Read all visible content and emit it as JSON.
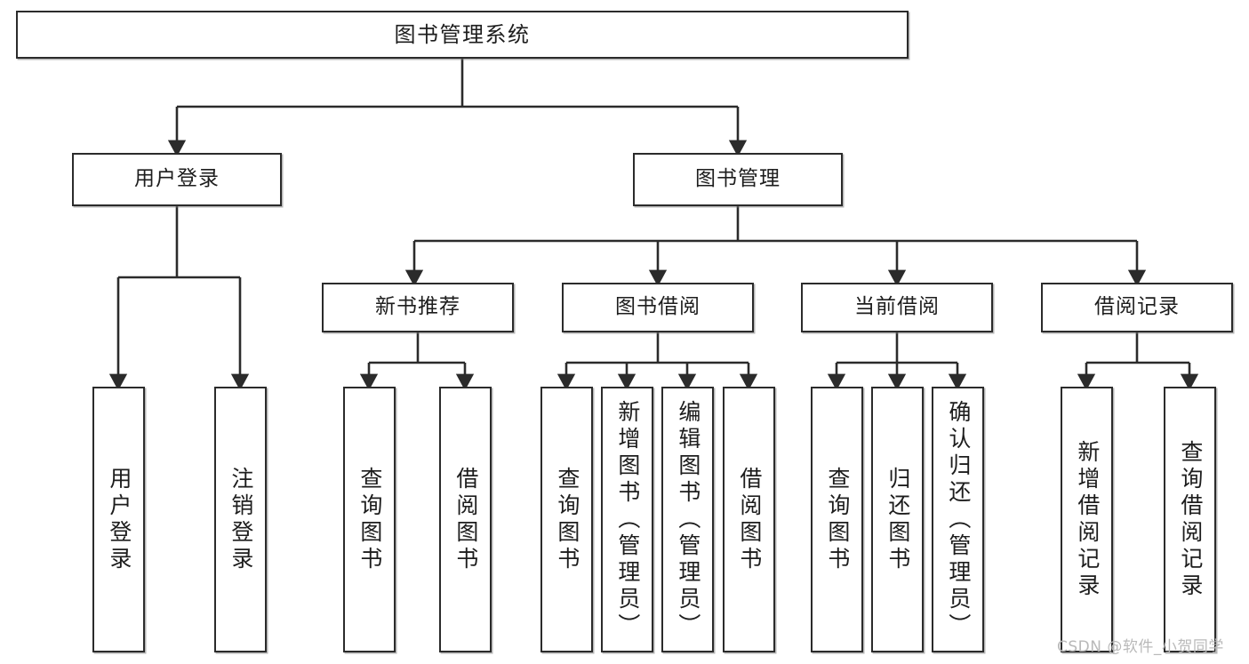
{
  "diagram": {
    "type": "tree",
    "title": "图书管理系统",
    "orientation": "top-down",
    "colors": {
      "box_border": "#2b2b2b",
      "box_fill": "#ffffff",
      "edge": "#2b2b2b",
      "text": "#1d1d1d",
      "watermark": "#b9b9b9",
      "background": "#ffffff"
    },
    "root": {
      "label": "图书管理系统"
    },
    "level2": [
      {
        "label": "用户登录"
      },
      {
        "label": "图书管理"
      }
    ],
    "level3": [
      {
        "label": "新书推荐"
      },
      {
        "label": "图书借阅"
      },
      {
        "label": "当前借阅"
      },
      {
        "label": "借阅记录"
      }
    ],
    "leaves": {
      "user_login": [
        {
          "label": "用户登录"
        },
        {
          "label": "注销登录"
        }
      ],
      "new_book_recommend": [
        {
          "label": "查询图书"
        },
        {
          "label": "借阅图书"
        }
      ],
      "book_borrow": [
        {
          "label": "查询图书"
        },
        {
          "label": "新增图书（管理员）"
        },
        {
          "label": "编辑图书（管理员）"
        },
        {
          "label": "借阅图书"
        }
      ],
      "current_borrow": [
        {
          "label": "查询图书"
        },
        {
          "label": "归还图书"
        },
        {
          "label": "确认归还（管理员）"
        }
      ],
      "borrow_record": [
        {
          "label": "新增借阅记录"
        },
        {
          "label": "查询借阅记录"
        }
      ]
    }
  },
  "watermark": {
    "text": "CSDN @软件_小贺同学"
  }
}
